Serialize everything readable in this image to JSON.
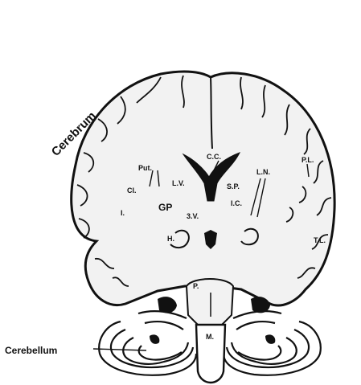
{
  "labels": {
    "cerebrum": "Cerebrum",
    "cerebellum": "Cerebellum",
    "cc": "C.C.",
    "pl": "P.L.",
    "put": "Put.",
    "lv": "L.V.",
    "ln": "L.N.",
    "cl": "Cl.",
    "sp": "S.P.",
    "ic": "I.C.",
    "gp": "GP",
    "i": "I.",
    "v3": "3.V.",
    "h": "H.",
    "tl": "T.L.",
    "p": "P.",
    "m": "M."
  },
  "colors": {
    "ink": "#111111",
    "tissue": "#f2f2f2",
    "paper": "#ffffff"
  }
}
